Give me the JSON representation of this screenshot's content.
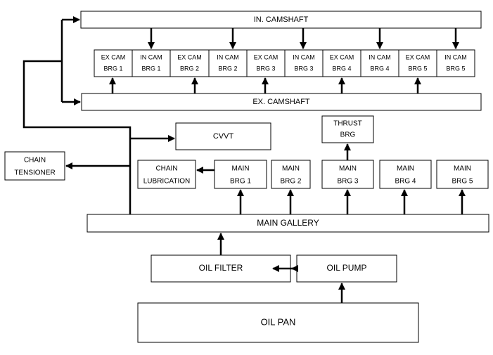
{
  "diagram": {
    "in_camshaft": "IN. CAMSHAFT",
    "ex_camshaft": "EX. CAMSHAFT",
    "cam_bearings": [
      {
        "l1": "EX CAM",
        "l2": "BRG 1"
      },
      {
        "l1": "IN CAM",
        "l2": "BRG 1"
      },
      {
        "l1": "EX CAM",
        "l2": "BRG 2"
      },
      {
        "l1": "IN CAM",
        "l2": "BRG 2"
      },
      {
        "l1": "EX CAM",
        "l2": "BRG 3"
      },
      {
        "l1": "IN CAM",
        "l2": "BRG 3"
      },
      {
        "l1": "EX CAM",
        "l2": "BRG 4"
      },
      {
        "l1": "IN CAM",
        "l2": "BRG 4"
      },
      {
        "l1": "EX CAM",
        "l2": "BRG 5"
      },
      {
        "l1": "IN CAM",
        "l2": "BRG 5"
      }
    ],
    "cvvt": "CVVT",
    "thrust_brg": {
      "l1": "THRUST",
      "l2": "BRG"
    },
    "chain_tensioner": {
      "l1": "CHAIN",
      "l2": "TENSIONER"
    },
    "chain_lubrication": {
      "l1": "CHAIN",
      "l2": "LUBRICATION"
    },
    "main_bearings": [
      {
        "l1": "MAIN",
        "l2": "BRG 1"
      },
      {
        "l1": "MAIN",
        "l2": "BRG 2"
      },
      {
        "l1": "MAIN",
        "l2": "BRG 3"
      },
      {
        "l1": "MAIN",
        "l2": "BRG 4"
      },
      {
        "l1": "MAIN",
        "l2": "BRG 5"
      }
    ],
    "main_gallery": "MAIN GALLERY",
    "oil_filter": "OIL FILTER",
    "oil_pump": "OIL PUMP",
    "oil_pan": "OIL PAN"
  }
}
